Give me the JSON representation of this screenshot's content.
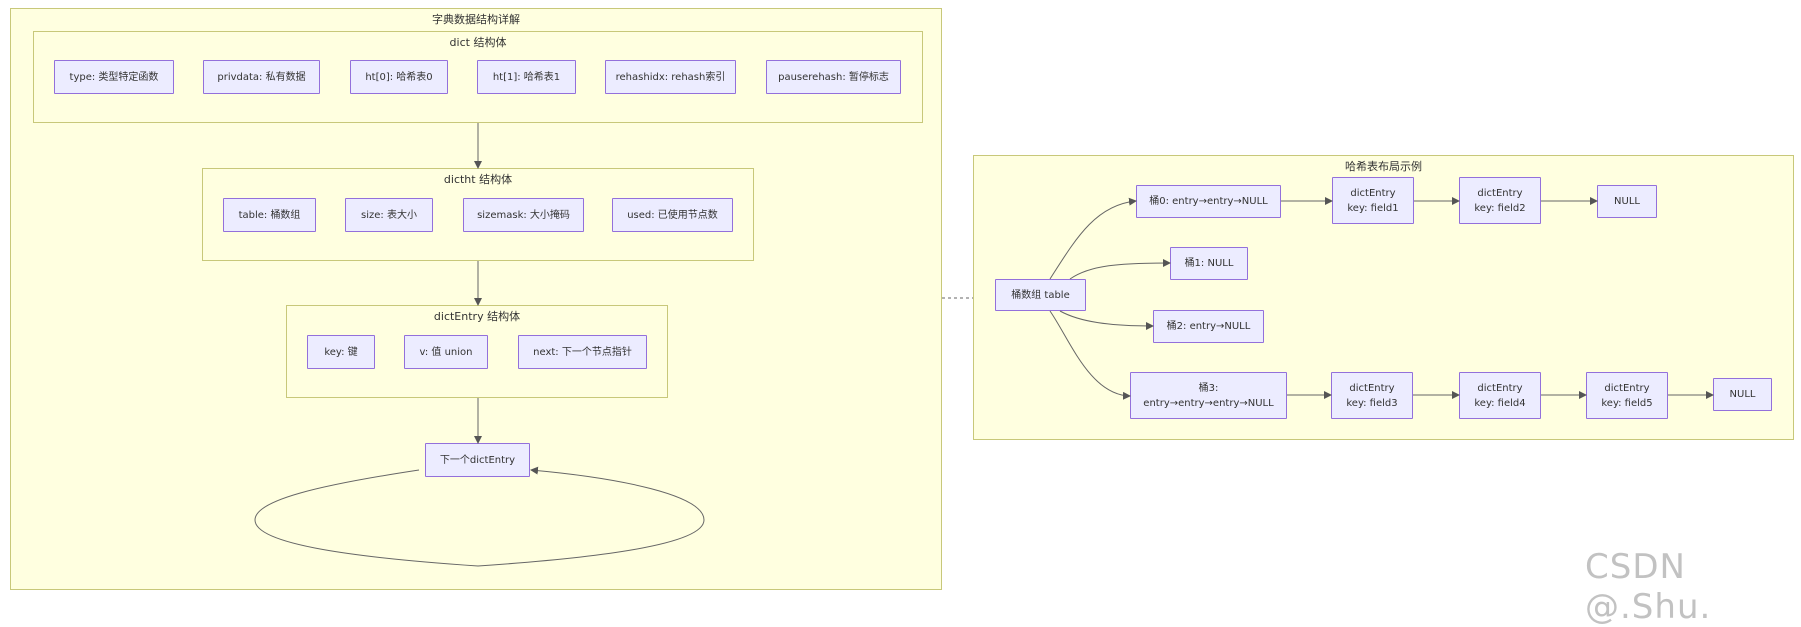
{
  "diagram": {
    "main_title": "字典数据结构详解",
    "dict": {
      "title": "dict 结构体",
      "fields": [
        "type: 类型特定函数",
        "privdata: 私有数据",
        "ht[0]: 哈希表0",
        "ht[1]: 哈希表1",
        "rehashidx: rehash索引",
        "pauserehash: 暂停标志"
      ]
    },
    "dictht": {
      "title": "dictht 结构体",
      "fields": [
        "table: 桶数组",
        "size: 表大小",
        "sizemask: 大小掩码",
        "used: 已使用节点数"
      ]
    },
    "dictentry": {
      "title": "dictEntry 结构体",
      "fields": [
        "key: 键",
        "v: 值 union",
        "next: 下一个节点指针"
      ]
    },
    "next_entry": "下一个dictEntry",
    "hash_example": {
      "title": "哈希表布局示例",
      "bucket_array": "桶数组 table",
      "bucket0": "桶0: entry→entry→NULL",
      "bucket1": "桶1: NULL",
      "bucket2": "桶2: entry→NULL",
      "bucket3_line1": "桶3:",
      "bucket3_line2": "entry→entry→entry→NULL",
      "entry_label": "dictEntry",
      "field1": "key: field1",
      "field2": "key: field2",
      "field3": "key: field3",
      "field4": "key: field4",
      "field5": "key: field5",
      "null_label": "NULL"
    }
  },
  "watermark": "CSDN @.Shu.",
  "colors": {
    "cluster_fill": "#ffffe0",
    "cluster_border": "#c8c87a",
    "node_fill": "#ececff",
    "node_border": "#9370db",
    "edge": "#555555"
  }
}
